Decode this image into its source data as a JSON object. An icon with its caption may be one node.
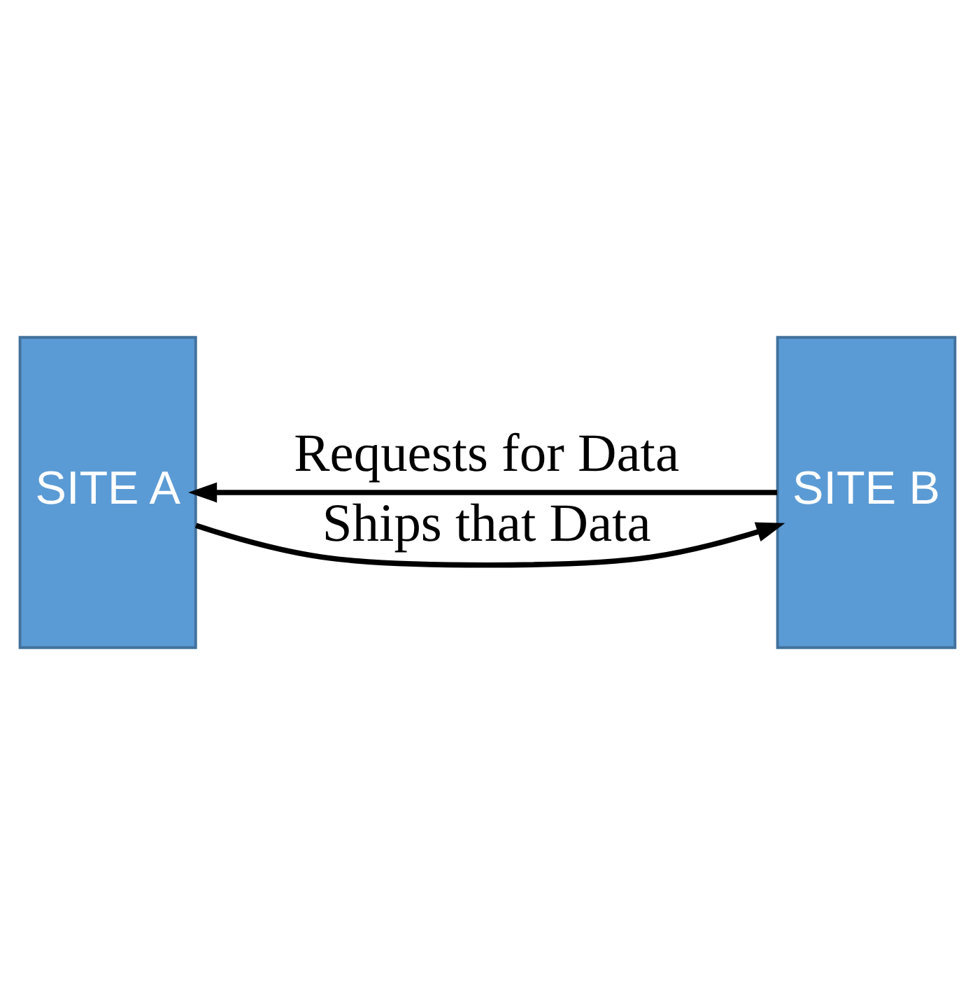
{
  "diagram": {
    "nodes": [
      {
        "text": [
          "SITE A"
        ]
      },
      {
        "text": [
          "SITE B"
        ]
      }
    ],
    "edges": [
      {
        "from": 1,
        "to": 0,
        "arrow": "to",
        "label": "Requests for Data"
      },
      {
        "from": 0,
        "to": 1,
        "arrow": "to",
        "label": "Ships that Data"
      }
    ]
  }
}
